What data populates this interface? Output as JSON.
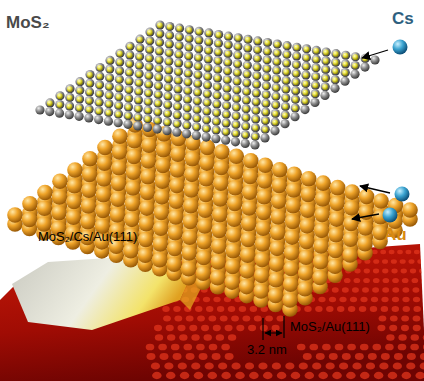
{
  "diagram": {
    "labels": [
      "MoS₂",
      "Cs",
      "Au",
      "MoS₂/Cs/Au(111)",
      "MoS₂/Au(111)",
      "3.2 nm"
    ]
  }
}
